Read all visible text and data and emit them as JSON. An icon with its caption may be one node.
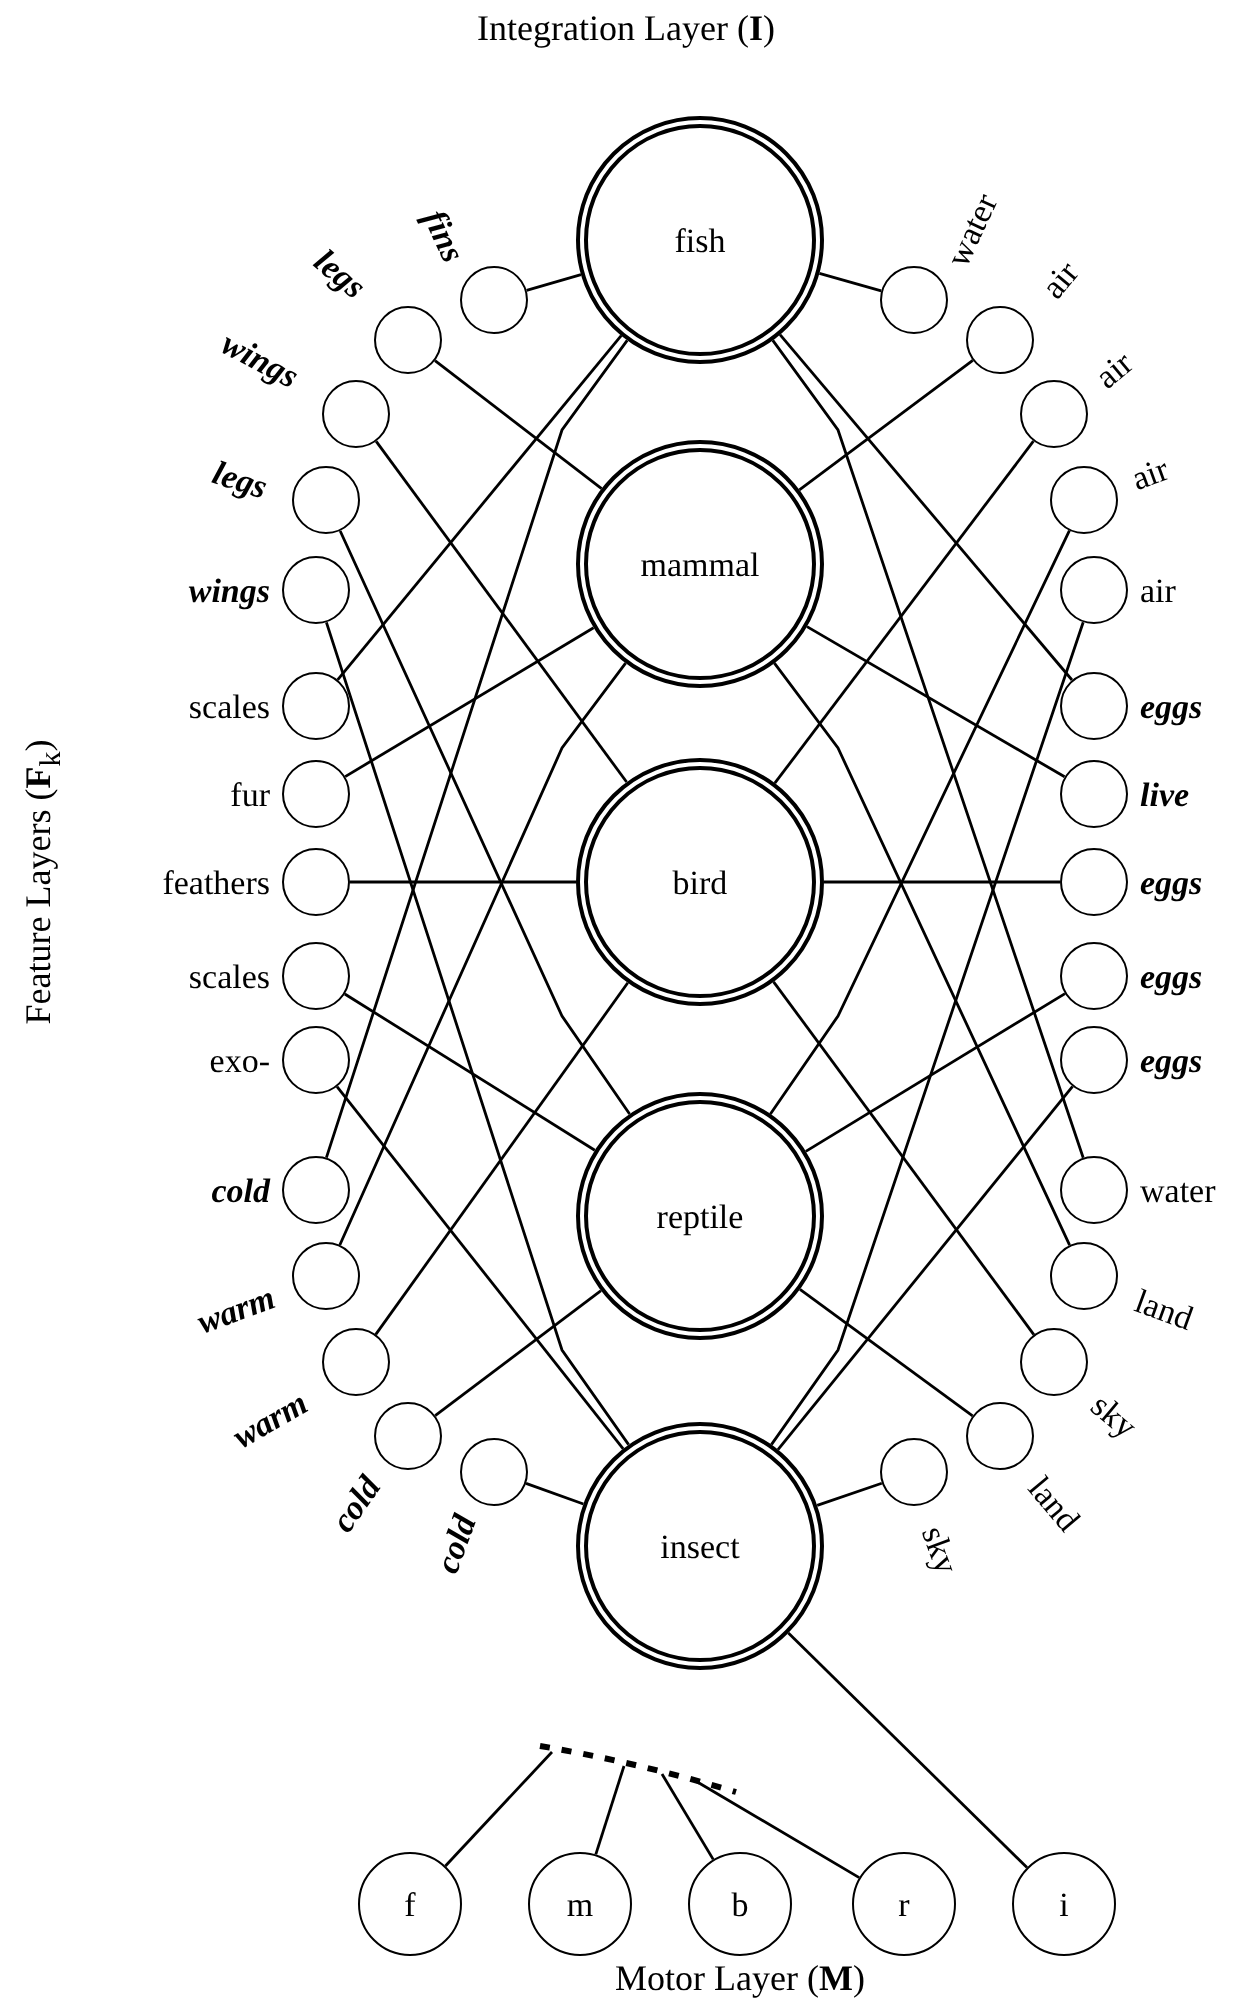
{
  "diagram": {
    "nodes": [
      {
        "text": [
          "fish"
        ]
      },
      {
        "text": [
          "mammal"
        ]
      },
      {
        "text": [
          "bird"
        ]
      },
      {
        "text": [
          "reptile"
        ]
      },
      {
        "text": [
          "insect"
        ]
      },
      {
        "text": [
          "fins"
        ]
      },
      {
        "text": [
          "legs"
        ]
      },
      {
        "text": [
          "wings"
        ]
      },
      {
        "text": [
          "legs"
        ]
      },
      {
        "text": [
          "wings"
        ]
      },
      {
        "text": [
          "scales"
        ]
      },
      {
        "text": [
          "fur"
        ]
      },
      {
        "text": [
          "feathers"
        ]
      },
      {
        "text": [
          "scales"
        ]
      },
      {
        "text": [
          "exo-"
        ]
      },
      {
        "text": [
          "cold"
        ]
      },
      {
        "text": [
          "warm"
        ]
      },
      {
        "text": [
          "warm"
        ]
      },
      {
        "text": [
          "cold"
        ]
      },
      {
        "text": [
          "cold"
        ]
      },
      {
        "text": [
          "water"
        ]
      },
      {
        "text": [
          "air"
        ]
      },
      {
        "text": [
          "air"
        ]
      },
      {
        "text": [
          "air"
        ]
      },
      {
        "text": [
          "air"
        ]
      },
      {
        "text": [
          "eggs"
        ]
      },
      {
        "text": [
          "live"
        ]
      },
      {
        "text": [
          "eggs"
        ]
      },
      {
        "text": [
          "eggs"
        ]
      },
      {
        "text": [
          "eggs"
        ]
      },
      {
        "text": [
          "water"
        ]
      },
      {
        "text": [
          "land"
        ]
      },
      {
        "text": [
          "sky"
        ]
      },
      {
        "text": [
          "land"
        ]
      },
      {
        "text": [
          "sky"
        ]
      },
      {
        "text": [
          "f"
        ]
      },
      {
        "text": [
          "m"
        ]
      },
      {
        "text": [
          "b"
        ]
      },
      {
        "text": [
          "r"
        ]
      },
      {
        "text": [
          "i"
        ]
      }
    ],
    "edges": [
      {
        "from": 0,
        "to": 5,
        "arrow": "none"
      },
      {
        "from": 0,
        "to": 10,
        "arrow": "none"
      },
      {
        "from": 0,
        "to": 15,
        "arrow": "none"
      },
      {
        "from": 0,
        "to": 20,
        "arrow": "none"
      },
      {
        "from": 0,
        "to": 25,
        "arrow": "none"
      },
      {
        "from": 0,
        "to": 30,
        "arrow": "none"
      },
      {
        "from": 1,
        "to": 6,
        "arrow": "none"
      },
      {
        "from": 1,
        "to": 11,
        "arrow": "none"
      },
      {
        "from": 1,
        "to": 16,
        "arrow": "none"
      },
      {
        "from": 1,
        "to": 21,
        "arrow": "none"
      },
      {
        "from": 1,
        "to": 26,
        "arrow": "none"
      },
      {
        "from": 1,
        "to": 31,
        "arrow": "none"
      },
      {
        "from": 2,
        "to": 7,
        "arrow": "none"
      },
      {
        "from": 2,
        "to": 12,
        "arrow": "none"
      },
      {
        "from": 2,
        "to": 17,
        "arrow": "none"
      },
      {
        "from": 2,
        "to": 22,
        "arrow": "none"
      },
      {
        "from": 2,
        "to": 27,
        "arrow": "none"
      },
      {
        "from": 2,
        "to": 32,
        "arrow": "none"
      },
      {
        "from": 3,
        "to": 8,
        "arrow": "none"
      },
      {
        "from": 3,
        "to": 13,
        "arrow": "none"
      },
      {
        "from": 3,
        "to": 18,
        "arrow": "none"
      },
      {
        "from": 3,
        "to": 23,
        "arrow": "none"
      },
      {
        "from": 3,
        "to": 28,
        "arrow": "none"
      },
      {
        "from": 3,
        "to": 33,
        "arrow": "none"
      },
      {
        "from": 4,
        "to": 9,
        "arrow": "none"
      },
      {
        "from": 4,
        "to": 14,
        "arrow": "none"
      },
      {
        "from": 4,
        "to": 19,
        "arrow": "none"
      },
      {
        "from": 4,
        "to": 24,
        "arrow": "none"
      },
      {
        "from": 4,
        "to": 29,
        "arrow": "none"
      },
      {
        "from": 4,
        "to": 34,
        "arrow": "none"
      },
      {
        "from": null,
        "to": 35,
        "arrow": "none"
      },
      {
        "from": null,
        "to": 36,
        "arrow": "none"
      },
      {
        "from": null,
        "to": 37,
        "arrow": "none"
      },
      {
        "from": null,
        "to": 38,
        "arrow": "none"
      },
      {
        "from": 4,
        "to": 39,
        "arrow": "none"
      }
    ],
    "labels": [
      "Integration Layer (**I**)",
      "Feature Layers (**F**$_{k}$)",
      "Motor Layer (**M**)"
    ]
  }
}
